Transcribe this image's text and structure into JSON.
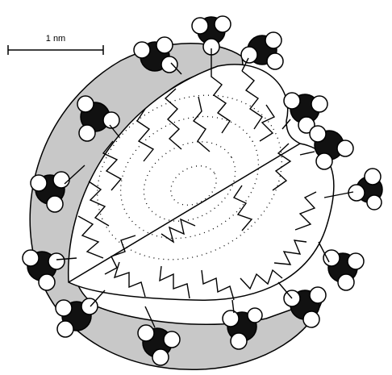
{
  "scale_bar": {
    "label": "1 nm"
  },
  "colors": {
    "shell": "#c8c8c8",
    "core": "#ffffff",
    "outline": "#000000",
    "carbon": "#111111",
    "hydrogen": "#ffffff"
  },
  "parts": {
    "shell": "ligand-shell",
    "core": "micelle-core",
    "chains": "hydrocarbon-chains",
    "headgroups": "methyl-headgroups"
  }
}
